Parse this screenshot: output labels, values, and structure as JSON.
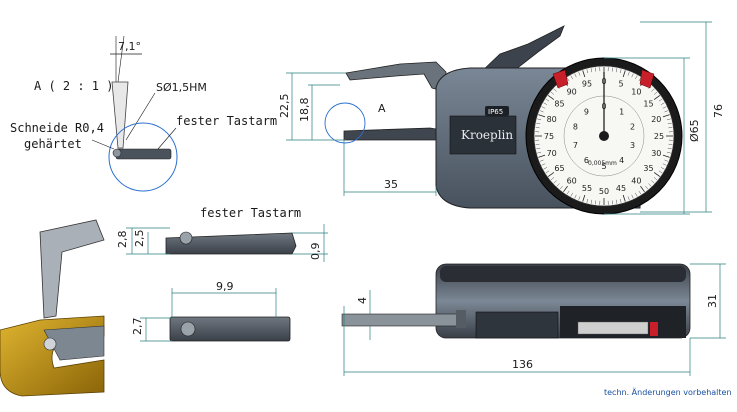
{
  "detail": {
    "scale_label": "A ( 2 : 1 )",
    "angle": "7,1°",
    "ball": "SØ1,5HM",
    "edge_line1": "Schneide R0,4",
    "edge_line2": "gehärtet",
    "fixed_arm": "fester Tastarm"
  },
  "front_view": {
    "dim_22_5": "22,5",
    "dim_18_8": "18,8",
    "marker": "A",
    "dim_35": "35",
    "dim_76": "76",
    "dim_65": "Ø65",
    "brand": "Kroeplin",
    "ip_badge": "IP65",
    "dial_unit": "0,005mm",
    "dial_outer": [
      "0",
      "5",
      "10",
      "15",
      "20",
      "25",
      "30",
      "35",
      "40",
      "45",
      "50",
      "55",
      "60",
      "65",
      "70",
      "75",
      "80",
      "85",
      "90",
      "95"
    ],
    "dial_inner": [
      "0",
      "1",
      "2",
      "3",
      "4",
      "5",
      "6",
      "7",
      "8",
      "9"
    ]
  },
  "arm_section": {
    "title": "fester Tastarm",
    "dim_2_8": "2,8",
    "dim_2_5": "2,5",
    "dim_0_9": "0,9",
    "dim_9_9": "9,9",
    "dim_2_7": "2,7"
  },
  "side_view": {
    "dim_4": "4",
    "dim_31": "31",
    "dim_136": "136"
  },
  "footnote": "techn. Änderungen vorbehalten",
  "colors": {
    "body": "#5e6b7a",
    "body_dark": "#2f3640",
    "bezel": "#1b1b1b",
    "accent_red": "#c8202a",
    "dim_line": "#2a7f7f",
    "ring": "#2a6fd0",
    "gold": "#b58a12"
  }
}
